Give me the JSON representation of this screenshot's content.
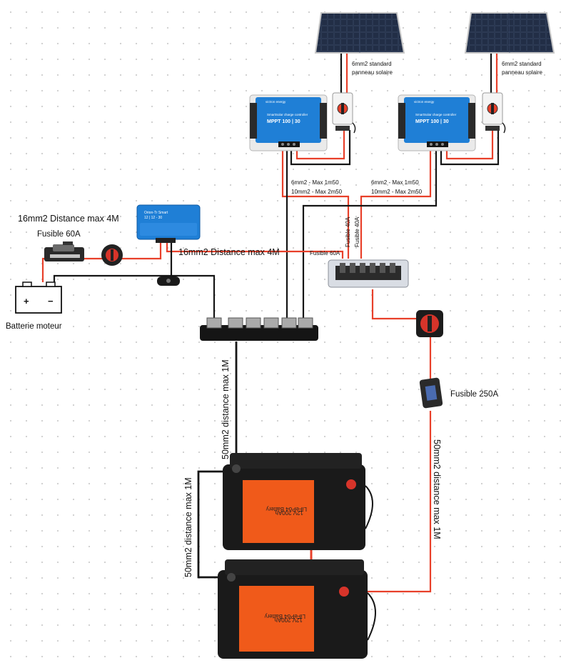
{
  "labels": {
    "panel_cable_1": "6mm2 standard",
    "panel_cable_1b": "panneau solaire",
    "panel_cable_2": "6mm2 standard",
    "panel_cable_2b": "panneau solaire",
    "mppt_out_1a": "6mm2 - Max 1m50",
    "mppt_out_1b": "10mm2 - Max 2m50",
    "mppt_out_2a": "6mm2 - Max 1m50",
    "mppt_out_2b": "10mm2 - Max 2m50",
    "dcdc_left_cable": "16mm2 Distance max 4M",
    "fuse_60_left": "Fusible 60A",
    "dcdc_right_cable": "16mm2 Distance max 4M",
    "fuse_60_right": "Fusible 60A",
    "fuse_40_1": "Fusible 40A",
    "fuse_40_2": "Fusible 40A",
    "engine_battery": "Batterie moteur",
    "busbar_to_battery": "50mm2 distance max 1M",
    "battery_link": "50mm2 distance max 1M",
    "fuse_250": "Fusible 250A",
    "fuse_to_battery": "50mm2 distance max 1M"
  },
  "devices": {
    "mppt_brand": "victron energy",
    "mppt_subtitle": "SmartSolar charge controller",
    "mppt_model": "MPPT 100 | 30",
    "dcdc_title": "Orion-Tr Smart",
    "dcdc_model": "12 | 12 - 30",
    "battery_voltage": "12V 200Ah",
    "battery_chem": "LiFePo4 Battery"
  },
  "colors": {
    "positive_wire": "#e8402a",
    "negative_wire": "#151515",
    "mppt_blue": "#1f7fd6",
    "battery_orange": "#f05a1a"
  }
}
